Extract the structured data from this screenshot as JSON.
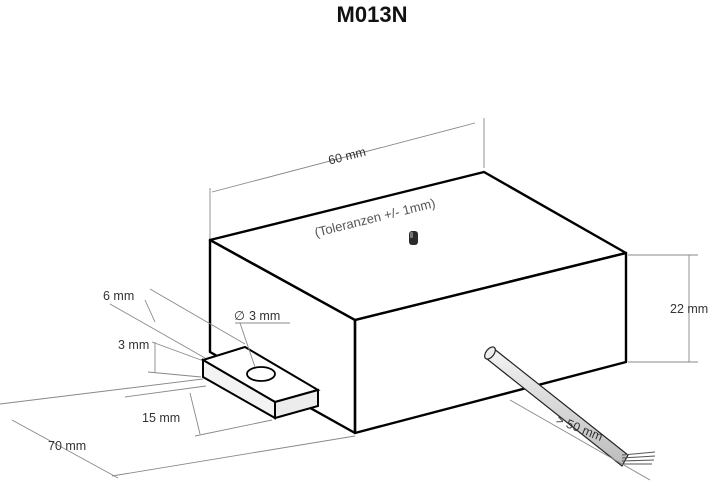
{
  "title": "M013N",
  "tolerance_note": "(Toleranzen +/- 1mm)",
  "dimensions": {
    "width": "60 mm",
    "height": "22 mm",
    "depth": "70 mm",
    "hole_diameter": "3 mm",
    "hole_diameter_symbol": "∅",
    "tab_length": "6 mm",
    "tab_thickness": "3 mm",
    "tab_width": "15 mm",
    "cable_length": "> 50 mm"
  }
}
